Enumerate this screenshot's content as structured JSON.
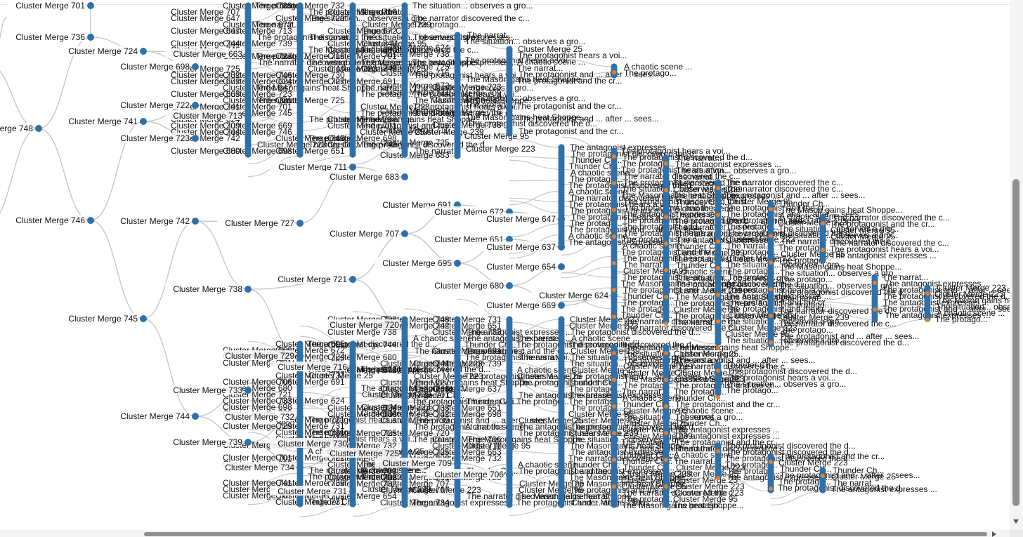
{
  "colors": {
    "node": "#2e70ab",
    "leaf_accent": "#f07c22",
    "link": "#c8c8c8",
    "text": "#111111"
  },
  "nodes": [
    {
      "id": "748",
      "label": "Cluster Merge 748",
      "parent": null
    },
    {
      "id": "736",
      "label": "Cluster Merge 736",
      "parent": "748"
    },
    {
      "id": "746",
      "label": "Cluster Merge 746",
      "parent": "748"
    },
    {
      "id": "701",
      "label": "Cluster Merge 701",
      "parent": "736"
    },
    {
      "id": "724",
      "label": "Cluster Merge 724",
      "parent": "736"
    },
    {
      "id": "741",
      "label": "Cluster Merge 741",
      "parent": "746"
    },
    {
      "id": "745",
      "label": "Cluster Merge 745",
      "parent": "746"
    },
    {
      "id": "698",
      "label": "Cluster Merge 698",
      "parent": "724"
    },
    {
      "id": "663",
      "label": "Cluster Merge 663",
      "parent": "724"
    },
    {
      "id": "722",
      "label": "Cluster Merge 722",
      "parent": "741"
    },
    {
      "id": "723",
      "label": "Cluster Merge 723",
      "parent": "741"
    },
    {
      "id": "713",
      "label": "Cluster Merge 713",
      "parent": "722"
    },
    {
      "id": "742",
      "label": "Cluster Merge 742",
      "parent": "745"
    },
    {
      "id": "744",
      "label": "Cluster Merge 744",
      "parent": "745"
    },
    {
      "id": "738",
      "label": "Cluster Merge 738",
      "parent": "742"
    },
    {
      "id": "727",
      "label": "Cluster Merge 727",
      "parent": "742"
    },
    {
      "id": "711",
      "label": "Cluster Merge 711",
      "parent": "727"
    },
    {
      "id": "721",
      "label": "Cluster Merge 721",
      "parent": "738"
    },
    {
      "id": "729",
      "label": "Cluster Merge 729",
      "parent": "738"
    },
    {
      "id": "683",
      "label": "Cluster Merge 683",
      "parent": "711"
    },
    {
      "id": "707",
      "label": "Cluster Merge 707",
      "parent": "721"
    },
    {
      "id": "720",
      "label": "Cluster Merge 720",
      "parent": "721"
    },
    {
      "id": "691",
      "label": "Cluster Merge 691",
      "parent": "707"
    },
    {
      "id": "695",
      "label": "Cluster Merge 695",
      "parent": "707"
    },
    {
      "id": "672",
      "label": "Cluster Merge 672",
      "parent": "691"
    },
    {
      "id": "651",
      "label": "Cluster Merge 651",
      "parent": "695"
    },
    {
      "id": "680",
      "label": "Cluster Merge 680",
      "parent": "695"
    },
    {
      "id": "647",
      "label": "Cluster Merge 647",
      "parent": "672"
    },
    {
      "id": "637",
      "label": "Cluster Merge 637",
      "parent": "651"
    },
    {
      "id": "654",
      "label": "Cluster Merge 654",
      "parent": "680"
    },
    {
      "id": "669",
      "label": "Cluster Merge 669",
      "parent": "680"
    },
    {
      "id": "624",
      "label": "Cluster Merge 624",
      "parent": "669"
    },
    {
      "id": "716",
      "label": "Cluster Merge 716",
      "parent": "729"
    },
    {
      "id": "733",
      "label": "Cluster Merge 733",
      "parent": "744"
    },
    {
      "id": "739",
      "label": "Cluster Merge 739",
      "parent": "744"
    },
    {
      "id": "732",
      "label": "Cluster Merge 732",
      "parent": "739"
    },
    {
      "id": "734",
      "label": "Cluster Merge 734",
      "parent": "739"
    },
    {
      "id": "730",
      "label": "Cluster Merge 730",
      "parent": "734"
    },
    {
      "id": "731",
      "label": "Cluster Merge 731",
      "parent": "734"
    },
    {
      "id": "725",
      "label": "Cluster Merge 725",
      "parent": "730"
    },
    {
      "id": "709",
      "label": "Cluster Merge 709",
      "parent": "725"
    },
    {
      "id": "706",
      "label": "Cluster Merge 706",
      "parent": "709"
    }
  ],
  "overlapping_label_fragments": [
    "Cluster Merge 239",
    "Cluster Merge 25",
    "Cluster Merge 95",
    "Cluster Merge 223",
    "The protagonist and the cr...",
    "The protagonist discovered the d...",
    "The situation... observes a gro...",
    "The narrator discovered the c...",
    "The Mason gains heat Shoppe...",
    "The protagonist hears a voi...",
    "The protagonist and ... after ... sees...",
    "A chaotic scene ...",
    "The antagonist expresses ...",
    "Thunder Ch...",
    "The narrat...",
    "The protago..."
  ]
}
